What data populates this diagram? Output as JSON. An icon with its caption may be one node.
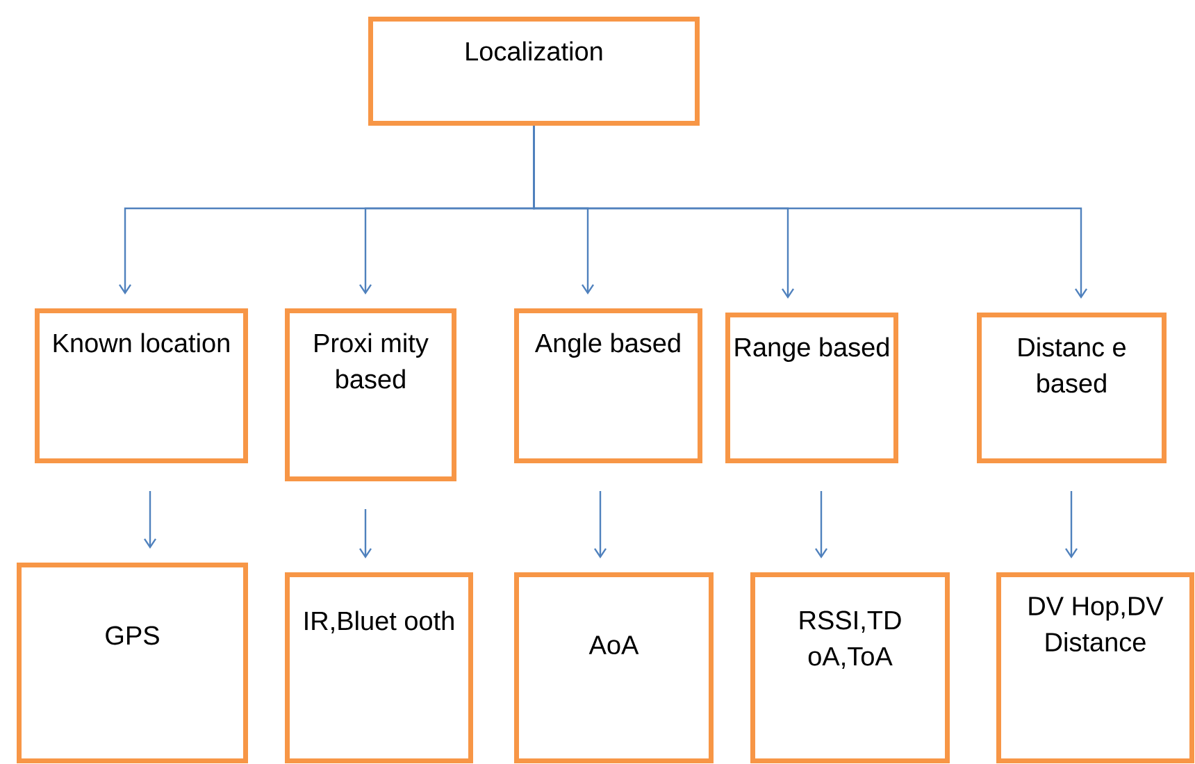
{
  "diagram": {
    "nodes": [
      {
        "text": [
          "Localization"
        ]
      },
      {
        "text": [
          "Known location"
        ]
      },
      {
        "text": [
          "Proxi mity based"
        ]
      },
      {
        "text": [
          "Angle based"
        ]
      },
      {
        "text": [
          "Range based"
        ]
      },
      {
        "text": [
          "Distanc e based"
        ]
      },
      {
        "text": [
          "GPS"
        ]
      },
      {
        "text": [
          "IR,Bluet ooth"
        ]
      },
      {
        "text": [
          "AoA"
        ]
      },
      {
        "text": [
          "RSSI,TD oA,ToA"
        ]
      },
      {
        "text": [
          "DV Hop,DV Distance"
        ]
      }
    ],
    "edges": [
      {
        "from": 0,
        "to": 1,
        "arrow": "to"
      },
      {
        "from": 0,
        "to": 2,
        "arrow": "to"
      },
      {
        "from": 0,
        "to": 3,
        "arrow": "to"
      },
      {
        "from": 0,
        "to": 4,
        "arrow": "to"
      },
      {
        "from": 0,
        "to": 5,
        "arrow": "to"
      },
      {
        "from": 1,
        "to": 6,
        "arrow": "to"
      },
      {
        "from": 2,
        "to": 7,
        "arrow": "to"
      },
      {
        "from": 3,
        "to": 8,
        "arrow": "to"
      },
      {
        "from": 4,
        "to": 9,
        "arrow": "to"
      },
      {
        "from": 5,
        "to": 10,
        "arrow": "to"
      }
    ]
  }
}
